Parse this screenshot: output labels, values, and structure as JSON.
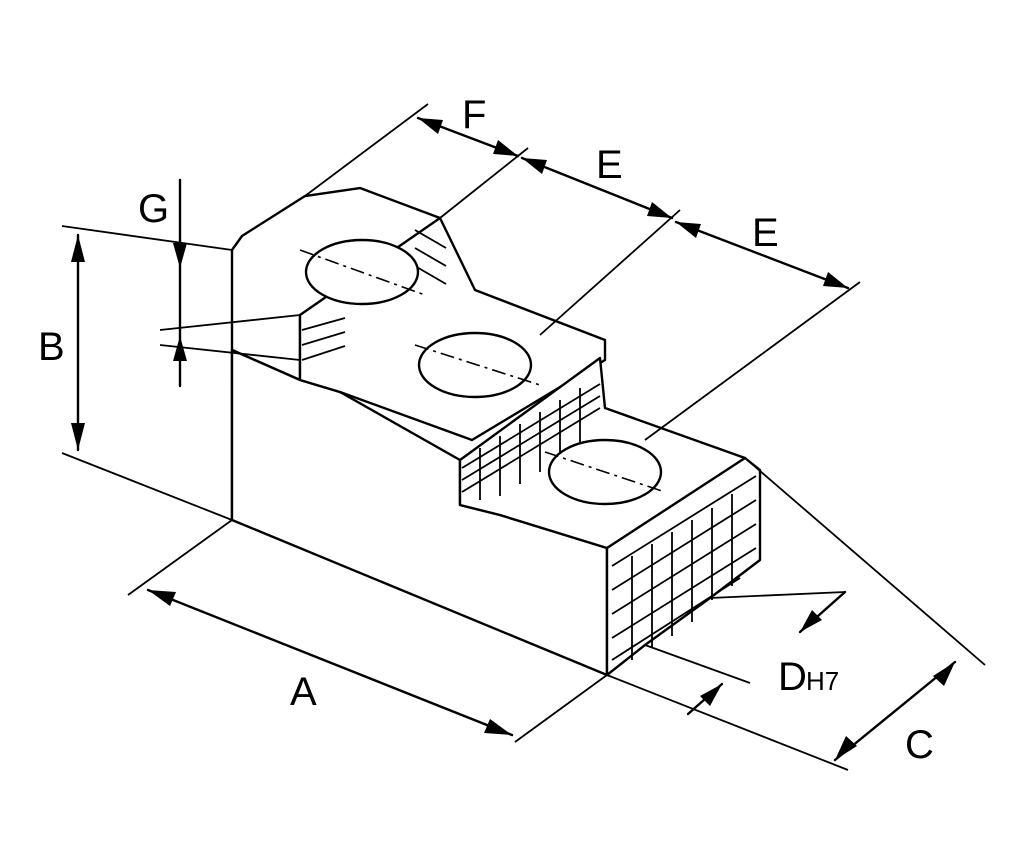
{
  "dimension_labels": {
    "a": "A",
    "b": "B",
    "c": "C",
    "d_main": "D",
    "d_sub": "H7",
    "e_first": "E",
    "e_second": "E",
    "f": "F",
    "g": "G"
  },
  "colors": {
    "line": "#000000",
    "background": "#ffffff"
  }
}
